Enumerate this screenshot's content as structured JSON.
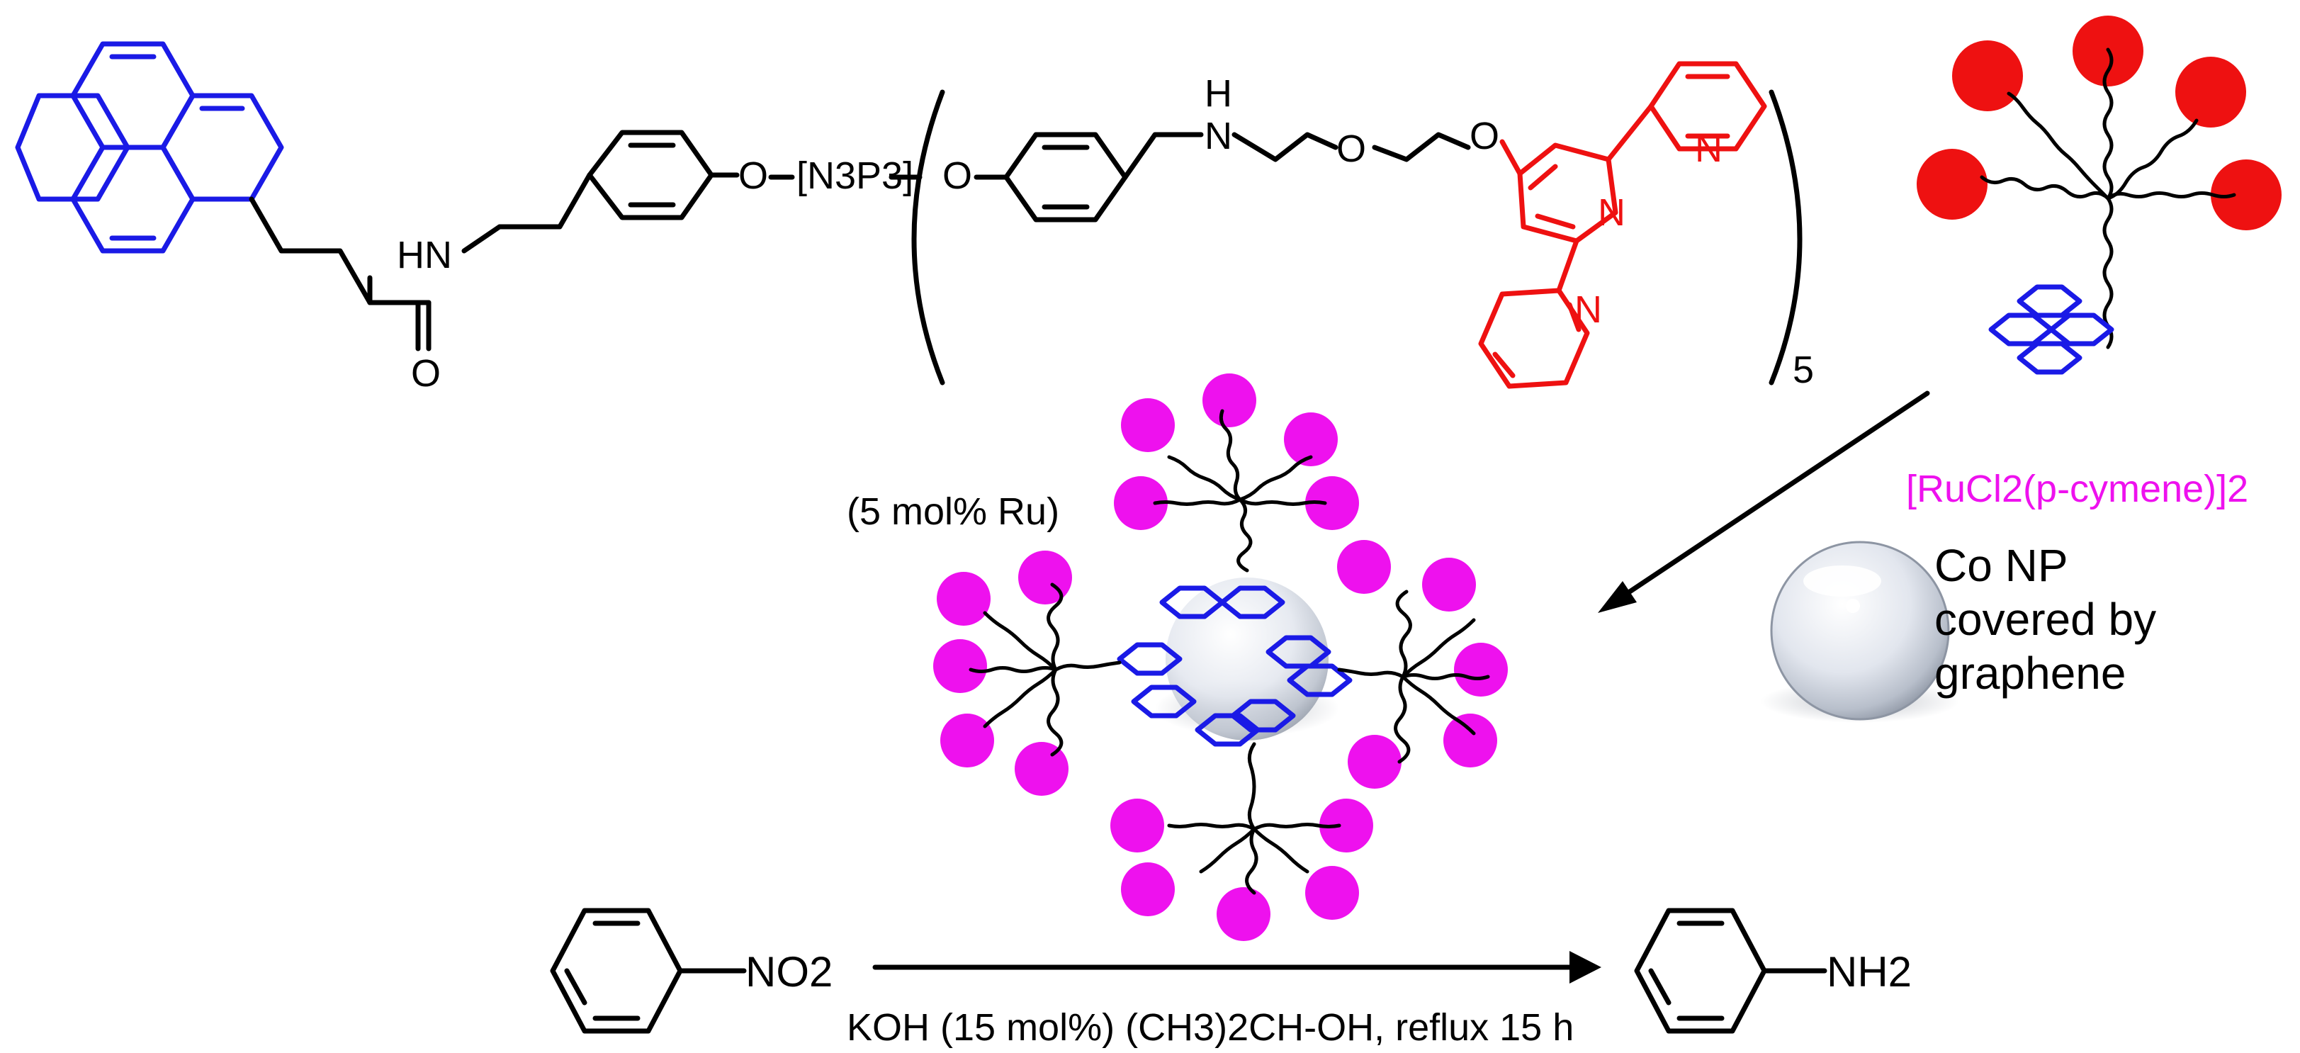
{
  "structure": {
    "amide_nh": "HN",
    "carbonyl_o": "O",
    "ether_o1": "O",
    "core": "[N3P3]",
    "ether_o2": "O",
    "amine_nh": "N",
    "amine_h": "H",
    "glycol_o1": "O",
    "glycol_o2": "O",
    "terpy_n1": "N",
    "terpy_n2": "N",
    "terpy_n3": "N",
    "repeat_count": "5"
  },
  "reagents": {
    "ruthenium_source": "[RuCl2(p-cymene)]2",
    "catalyst_loading": "(5 mol% Ru)",
    "support": "Co NP covered by graphene"
  },
  "reaction": {
    "substrate_group": "NO2",
    "product_group": "NH2",
    "conditions": "KOH (15 mol%) (CH3)2CH-OH, reflux 15 h"
  },
  "colors": {
    "pyrene": "#1a1ae6",
    "terpyridine": "#ee1111",
    "ru_sphere": "#ee11ee",
    "ru_label": "#ee11ee",
    "hydrogen_highlight": "#1a1ae6"
  }
}
